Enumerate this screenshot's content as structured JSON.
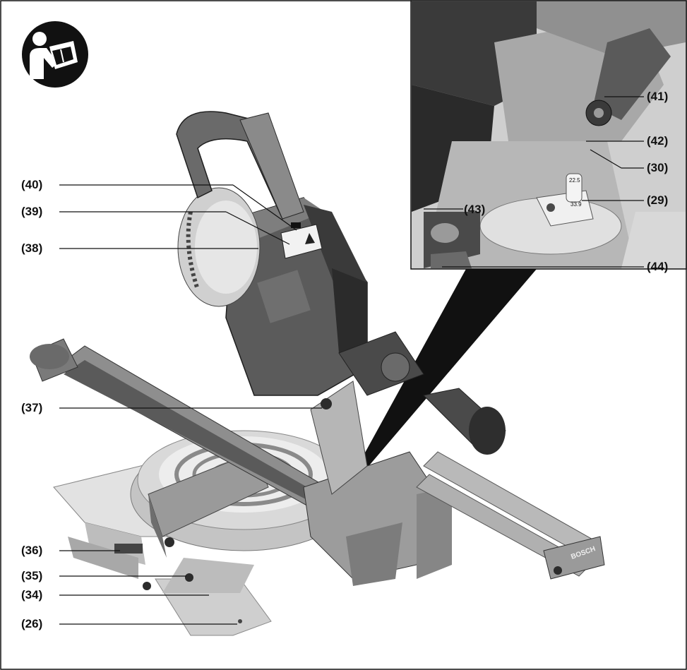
{
  "figure": {
    "callouts_left": [
      "(40)",
      "(39)",
      "(38)",
      "(37)",
      "(36)",
      "(35)",
      "(34)",
      "(26)"
    ],
    "callouts_inset": [
      "(41)",
      "(42)",
      "(30)",
      "(29)",
      "(43)",
      "(44)"
    ],
    "brand": "BOSCH",
    "scale_labels": [
      "22.5",
      "33.9"
    ],
    "icon": "read-manual-icon"
  }
}
